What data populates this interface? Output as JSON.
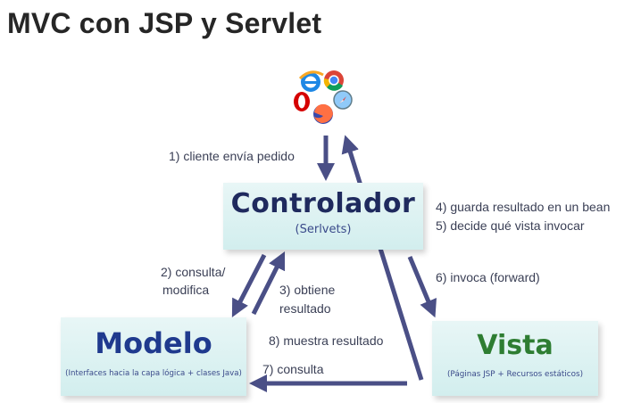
{
  "title": "MVC con JSP y Servlet",
  "colors": {
    "arrow": "#4a4f86",
    "box_fill": "#d8f0f0",
    "controlador_text": "#1f2a5e",
    "modelo_text": "#1f3a8e",
    "vista_text": "#2e7d32"
  },
  "icons": [
    "internet-explorer-icon",
    "chrome-icon",
    "opera-icon",
    "safari-icon",
    "firefox-icon"
  ],
  "boxes": {
    "controlador": {
      "name": "Controlador",
      "sub": "(Serlvets)"
    },
    "modelo": {
      "name": "Modelo",
      "sub": "(Interfaces hacia la capa lógica + clases Java)"
    },
    "vista": {
      "name": "Vista",
      "sub": "(Páginas JSP + Recursos estáticos)"
    }
  },
  "steps": {
    "s1": "1) cliente envía pedido",
    "s2a": "2) consulta/",
    "s2b": "modifica",
    "s3a": "3) obtiene",
    "s3b": "resultado",
    "s4": "4) guarda resultado en un bean",
    "s5": "5) decide qué vista invocar",
    "s6": "6) invoca (forward)",
    "s7": "7) consulta",
    "s8": "8) muestra resultado"
  }
}
